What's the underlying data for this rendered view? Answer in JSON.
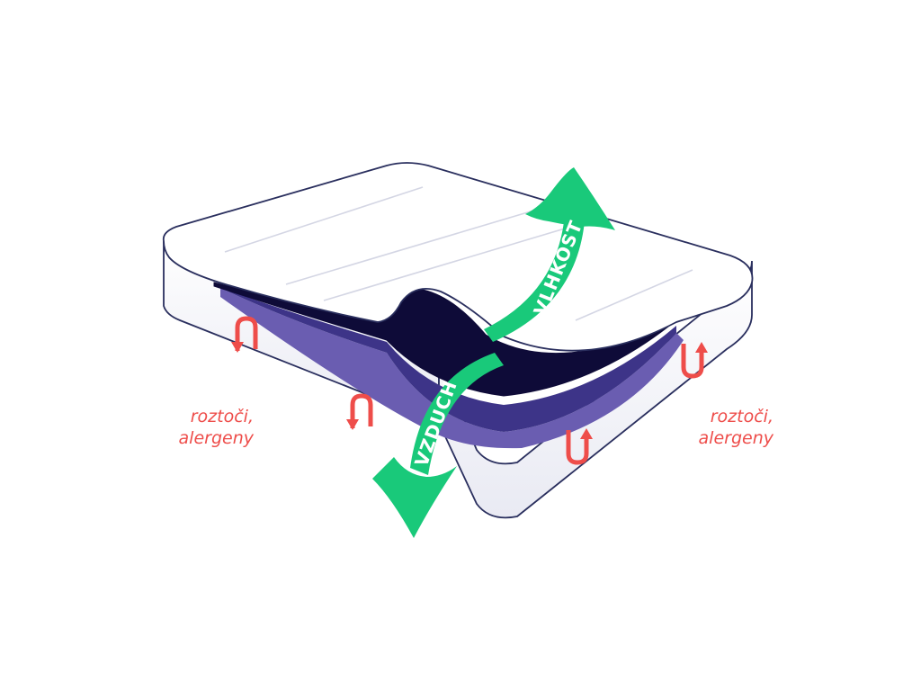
{
  "colors": {
    "outline": "#2a2f5e",
    "cover_top": "#ffffff",
    "cover_side": "#f0f1f7",
    "mattress_dark": "#0e0b38",
    "mattress_mid": "#3d3488",
    "mattress_light": "#6a5db1",
    "arrow_green": "#19c97a",
    "arrow_text": "#ffffff",
    "allergen_red": "#ee4d4a"
  },
  "labels": {
    "air": "VZDUCH",
    "moisture": "VLHKOST",
    "allergens_left": {
      "line1": "roztoči,",
      "line2": "alergeny"
    },
    "allergens_right": {
      "line1": "roztoči,",
      "line2": "alergeny"
    }
  },
  "icons": {
    "allergen_arrows": "u-turn-arrow-icon",
    "air_arrow": "curved-arrow-down-icon",
    "moisture_arrow": "curved-arrow-up-icon"
  }
}
